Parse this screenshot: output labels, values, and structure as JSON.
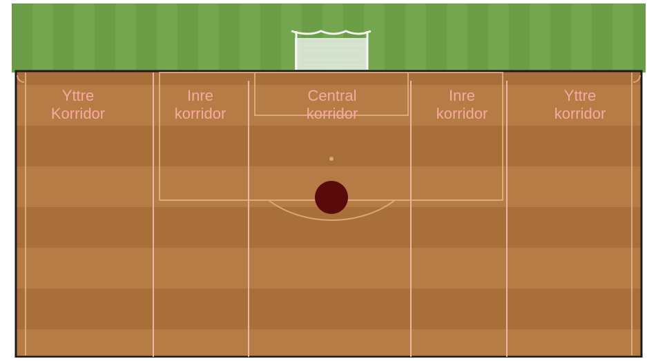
{
  "colors": {
    "grass": "#6a9d46",
    "grass_light": "#7aad54",
    "pitch": "#b67c45",
    "pitch_stripe": "#a66d3a",
    "border": "#1b1b1b",
    "pitch_lines": "#e6b58a",
    "corridor_lines": "#f2b3a8",
    "label_text": "#f7a9a2",
    "ball": "#5a0a0a"
  },
  "corridors": [
    {
      "line1": "Yttre",
      "line2": "Korridor"
    },
    {
      "line1": "Inre",
      "line2": "korridor"
    },
    {
      "line1": "Central",
      "line2": "korridor"
    },
    {
      "line1": "Inre",
      "line2": "korridor"
    },
    {
      "line1": "Yttre",
      "line2": "korridor"
    }
  ],
  "icons": {
    "goal": "goal-net-icon",
    "ball": "ball-icon"
  }
}
